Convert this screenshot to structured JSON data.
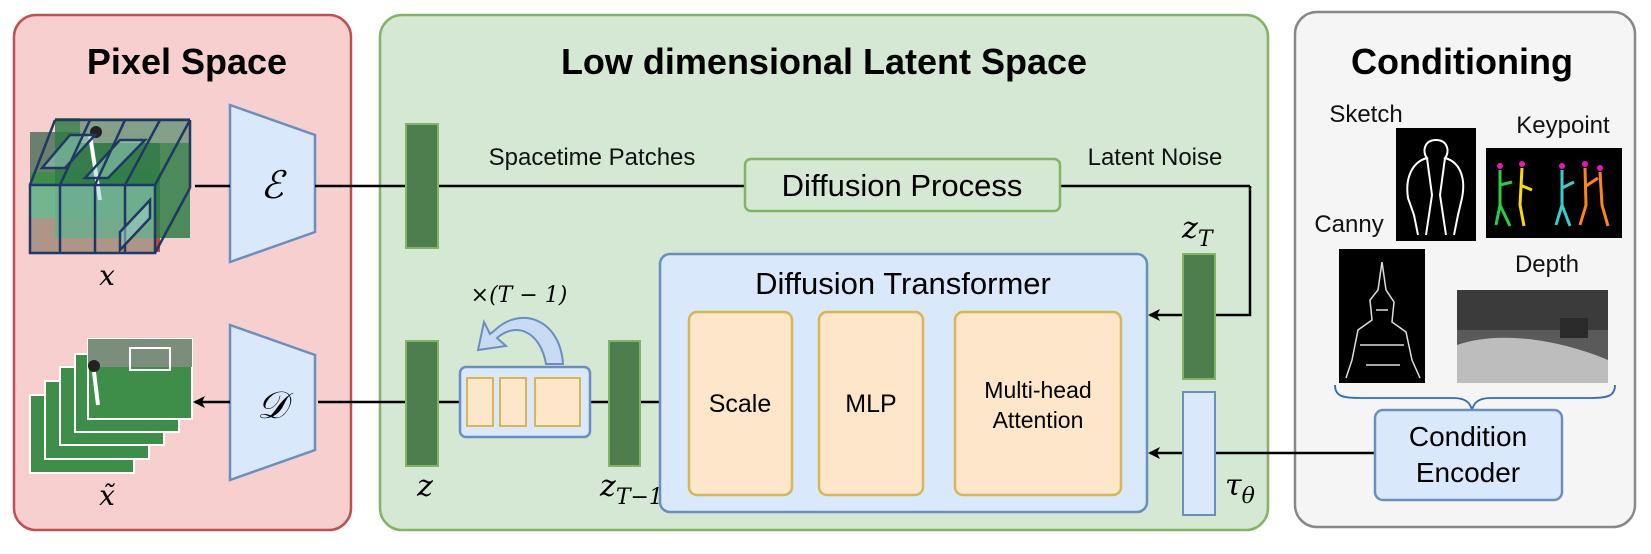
{
  "panels": {
    "pixel_space": {
      "title": "Pixel Space",
      "fill": "#f7cfcf",
      "stroke": "#c0504d"
    },
    "latent_space": {
      "title": "Low dimensional Latent Space",
      "fill": "#d5e8d4",
      "stroke": "#82b366"
    },
    "conditioning": {
      "title": "Conditioning",
      "fill": "#f5f5f5",
      "stroke": "#888888"
    }
  },
  "pixel": {
    "encoder_symbol": "ℰ",
    "decoder_symbol": "𝒟",
    "input_label": "x",
    "output_label": "x̃"
  },
  "latent": {
    "spacetime_patches_label": "Spacetime Patches",
    "diffusion_process_label": "Diffusion Process",
    "latent_noise_label": "Latent Noise",
    "z_t_label": "z",
    "z_t_sub": "T",
    "z_label": "z",
    "z_t1_label": "z",
    "z_t1_sub": "T−1",
    "repeat_label": "×(T − 1)",
    "tau_label": "τ",
    "tau_sub": "θ",
    "transformer": {
      "title": "Diffusion Transformer",
      "blocks": [
        "Scale",
        "MLP",
        "Multi-head",
        "Attention"
      ]
    }
  },
  "conditioning": {
    "sketch_label": "Sketch",
    "keypoint_label": "Keypoint",
    "canny_label": "Canny",
    "depth_label": "Depth",
    "encoder_label_1": "Condition",
    "encoder_label_2": "Encoder"
  },
  "colors": {
    "latent_bar": "#4e7d4e",
    "latent_bar_stroke": "#82b366",
    "block_fill": "#fde6c9",
    "block_stroke": "#d6b656",
    "blue_fill": "#dae8fc",
    "blue_stroke": "#6c8ebf"
  }
}
